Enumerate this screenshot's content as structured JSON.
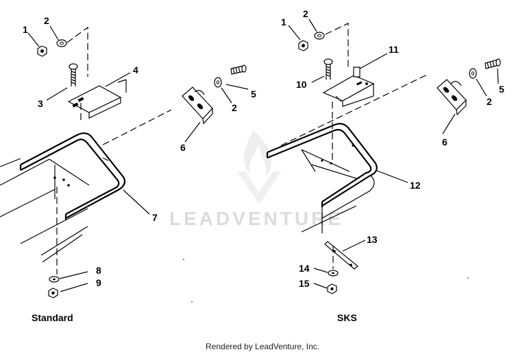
{
  "callouts": {
    "standard": [
      "1",
      "2",
      "3",
      "4",
      "2",
      "5",
      "6",
      "7",
      "8",
      "9"
    ],
    "sks": [
      "1",
      "2",
      "10",
      "11",
      "2",
      "5",
      "6",
      "12",
      "13",
      "14",
      "15"
    ]
  },
  "captions": {
    "standard": "Standard",
    "sks": "SKS"
  },
  "watermark": "LEADVENTURE",
  "footer": "Rendered by LeadVenture, Inc."
}
